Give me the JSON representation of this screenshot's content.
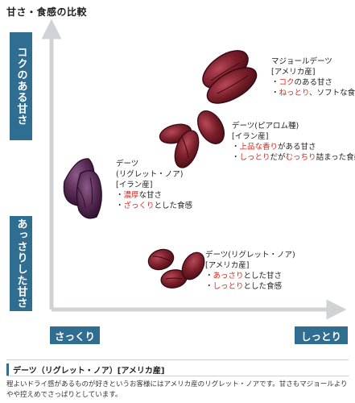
{
  "page_title": "甘さ・食感の比較",
  "y_axis": {
    "top_label": "コクのある甘さ",
    "bottom_label": "あっさりした甘さ"
  },
  "x_axis": {
    "left_label": "さっくり",
    "right_label": "しっとり"
  },
  "items": [
    {
      "name_line1": "マジョールデーツ",
      "name_line2": "[アメリカ産]",
      "bullet1_red": "コク",
      "bullet1_rest": "のある甘さ",
      "bullet2_red": "ねっとり",
      "bullet2_rest": "、ソフトな食感"
    },
    {
      "name_line1": "デーツ(ピアロム種)",
      "name_line2": "[イラン産]",
      "bullet1_red": "上品な香り",
      "bullet1_rest": "がある甘さ",
      "bullet2_red": "しっとり",
      "bullet2_mid": "だが",
      "bullet2_red2": "むっちり",
      "bullet2_rest": "詰まった食感"
    },
    {
      "name_line1": "デーツ",
      "name_line2": "(リグレット・ノア)",
      "name_line3": "[イラン産]",
      "bullet1_red": "濃厚",
      "bullet1_rest": "な甘さ",
      "bullet2_red": "ざっくり",
      "bullet2_rest": "とした食感"
    },
    {
      "name_line1": "デーツ(リグレット・ノア)",
      "name_line2": "[アメリカ産]",
      "bullet1_red": "あっさり",
      "bullet1_rest": "とした甘さ",
      "bullet2_red": "しっとり",
      "bullet2_rest": "とした食感"
    }
  ],
  "bottom": {
    "heading": "デーツ（リグレット・ノア）[アメリカ産]",
    "body": "程よいドライ感があるものが好きというお客様にはアメリカ産のリグレット・ノアです。甘さもマジョールよりやや控えめでさっぱりとしています。"
  },
  "colors": {
    "accent": "#2f6d91",
    "highlight": "#d52a1e",
    "date_fruit": "#7a1f2a"
  }
}
